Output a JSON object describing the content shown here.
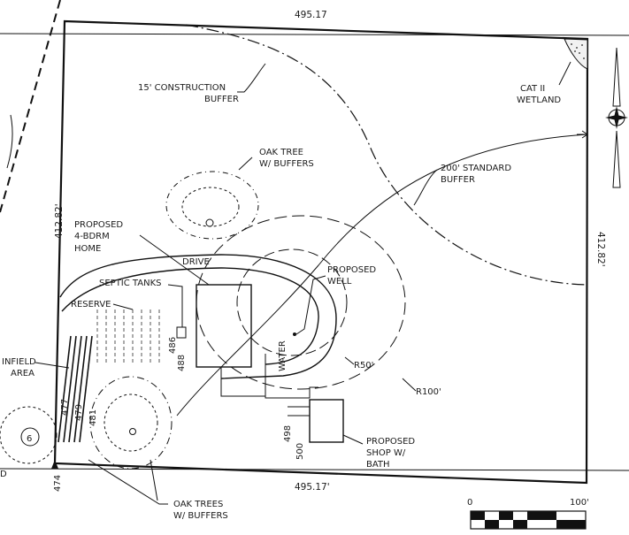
{
  "dimensions": {
    "top": "495.17",
    "bottom": "495.17'",
    "left": "412.82'",
    "right": "412.82'"
  },
  "labels": {
    "construction_buffer": [
      "15' CONSTRUCTION",
      "BUFFER"
    ],
    "wetland": [
      "CAT II",
      "WETLAND"
    ],
    "oak_tree": [
      "OAK TREE",
      "W/ BUFFERS"
    ],
    "standard_buffer": [
      "200' STANDARD",
      "BUFFER"
    ],
    "proposed_home": [
      "PROPOSED",
      "4-BDRM",
      "HOME"
    ],
    "drive": "DRIVE",
    "proposed_well": [
      "PROPOSED",
      "WELL"
    ],
    "septic_tanks": "SEPTIC TANKS",
    "reserve": "RESERVE",
    "drainfield": [
      "INFIELD",
      "AREA"
    ],
    "water": "WATER",
    "r50": "R50'",
    "r100": "R100'",
    "proposed_shop": [
      "PROPOSED",
      "SHOP W/",
      "BATH"
    ],
    "oak_trees": [
      "OAK TREES",
      "W/ BUFFERS"
    ],
    "edge_letter": "D",
    "circle_number": "6"
  },
  "elevations": {
    "e486": "486",
    "e488": "488",
    "e477": "477",
    "e479": "479",
    "e481": "481",
    "e498": "498",
    "e500": "500",
    "e474": "474"
  },
  "scale_bar": {
    "start": "0",
    "end": "100'"
  },
  "colors": {
    "ink": "#111111",
    "faint": "#9a9a9a"
  }
}
